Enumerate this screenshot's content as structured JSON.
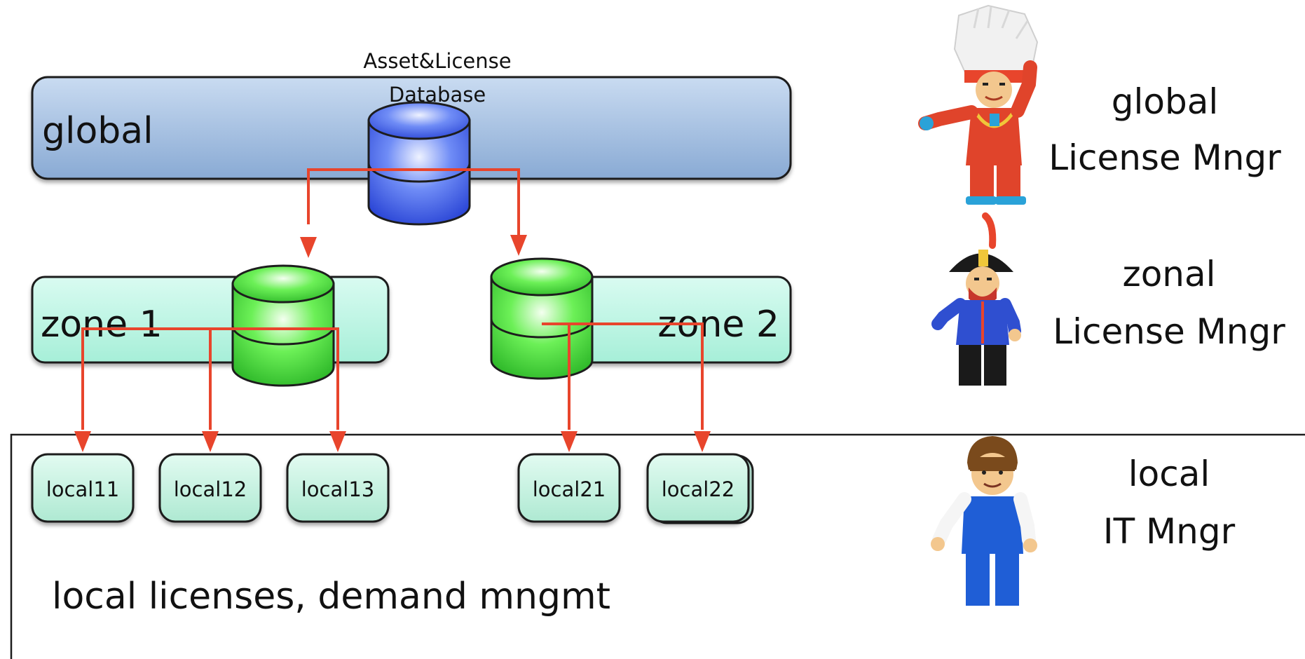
{
  "database": {
    "caption_line1": "Asset&License",
    "caption_line2": "Database"
  },
  "tiers": {
    "global": "global",
    "zone1": "zone 1",
    "zone2": "zone 2",
    "local_caption": "local licenses, demand mngmt"
  },
  "local_nodes": [
    "local11",
    "local12",
    "local13",
    "local21",
    "local22"
  ],
  "roles": {
    "global": {
      "line1": "global",
      "line2": "License Mngr"
    },
    "zonal": {
      "line1": "zonal",
      "line2": "License Mngr"
    },
    "local": {
      "line1": "local",
      "line2": "IT Mngr"
    }
  },
  "colors": {
    "arrow": "#e8452c",
    "global_band": "#a9c3e4",
    "zone_band": "#bff4e4",
    "db_blue": "#4f6ff0",
    "db_green": "#5ce64a",
    "local_node": "#c9f4e3"
  }
}
